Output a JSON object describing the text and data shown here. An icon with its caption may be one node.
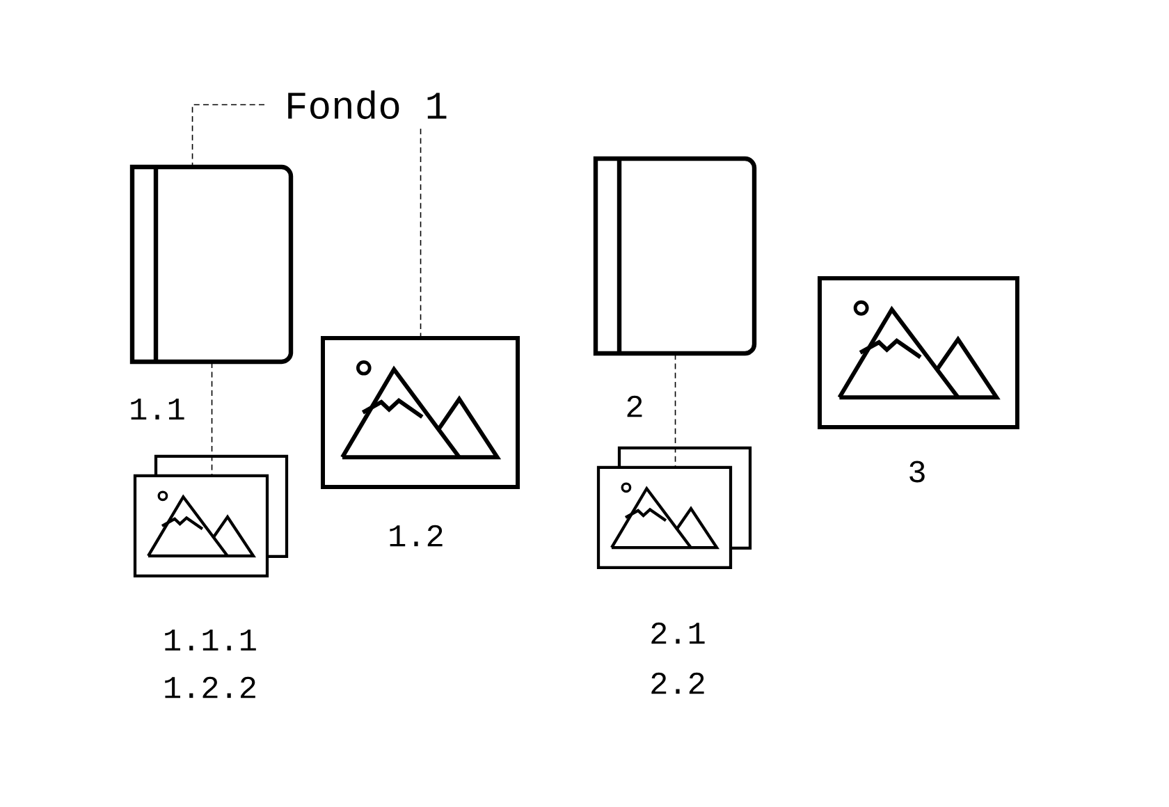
{
  "diagram": {
    "nodes": [
      {
        "text": [
          "Fondo 1"
        ]
      },
      {
        "text": [],
        "shape": "folder",
        "beside": [
          "1.1"
        ]
      },
      {
        "text": [],
        "shape": "image",
        "beside": [
          "1.2"
        ]
      },
      {
        "text": [],
        "shape": "stack",
        "beside": [
          "1.1.1",
          "1.2.2"
        ]
      },
      {
        "text": [],
        "shape": "folder",
        "beside": [
          "2"
        ]
      },
      {
        "text": [],
        "shape": "stack",
        "beside": [
          "2.1",
          "2.2"
        ]
      },
      {
        "text": [],
        "shape": "image",
        "beside": [
          "3"
        ]
      }
    ],
    "edges": [
      {
        "from": 0,
        "to": 1,
        "arrow": "none",
        "style": "dashed"
      },
      {
        "from": 0,
        "to": 2,
        "arrow": "none",
        "style": "dashed"
      },
      {
        "from": 1,
        "to": 3,
        "arrow": "none",
        "style": "dashed"
      },
      {
        "from": 4,
        "to": 5,
        "arrow": "none",
        "style": "dashed"
      }
    ]
  }
}
